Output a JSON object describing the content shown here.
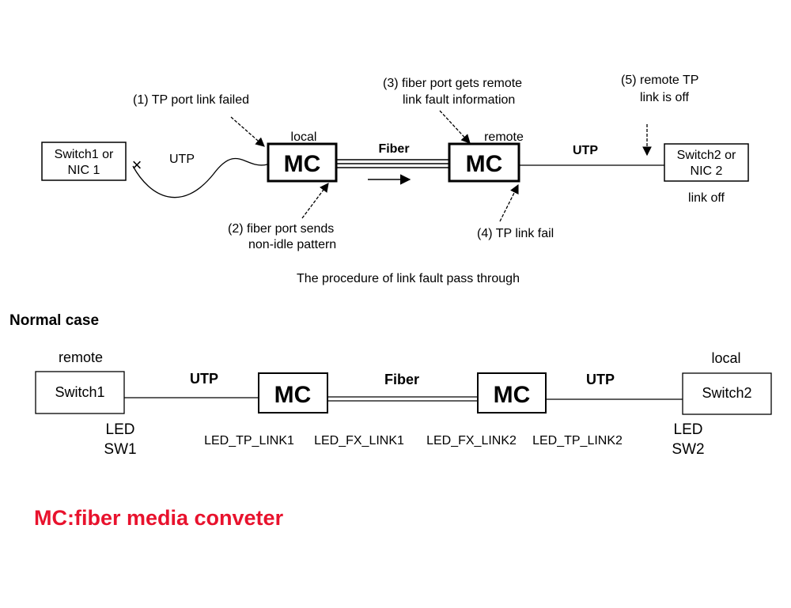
{
  "colors": {
    "line": "#000000",
    "accent_red": "#e8122d",
    "background": "#ffffff"
  },
  "top": {
    "switch1": [
      "Switch1 or",
      "NIC 1"
    ],
    "switch2": [
      "Switch2 or",
      "NIC 2"
    ],
    "x_mark": "×",
    "utp_left": "UTP",
    "local": "local",
    "remote": "remote",
    "mc_left": "MC",
    "mc_right": "MC",
    "fiber": "Fiber",
    "utp_right": "UTP",
    "step1": "(1) TP port link failed",
    "step2": [
      "(2) fiber port sends",
      "non-idle pattern"
    ],
    "step3": [
      "(3) fiber port gets remote",
      "link fault information"
    ],
    "step4": "(4) TP link fail",
    "step5": [
      "(5) remote TP",
      "link is off"
    ],
    "link_off": "link  off",
    "caption": "The procedure of link fault pass through"
  },
  "normal": {
    "heading": "Normal case",
    "remote": "remote",
    "local": "local",
    "switch1": "Switch1",
    "switch2": "Switch2",
    "utp_left": "UTP",
    "fiber": "Fiber",
    "utp_right": "UTP",
    "mc_left": "MC",
    "mc_right": "MC",
    "led_sw1": [
      "LED",
      "SW1"
    ],
    "led_sw2": [
      "LED",
      "SW2"
    ],
    "led_tp_link1": "LED_TP_LINK1",
    "led_fx_link1": "LED_FX_LINK1",
    "led_fx_link2": "LED_FX_LINK2",
    "led_tp_link2": "LED_TP_LINK2"
  },
  "footer": "MC:fiber media conveter"
}
